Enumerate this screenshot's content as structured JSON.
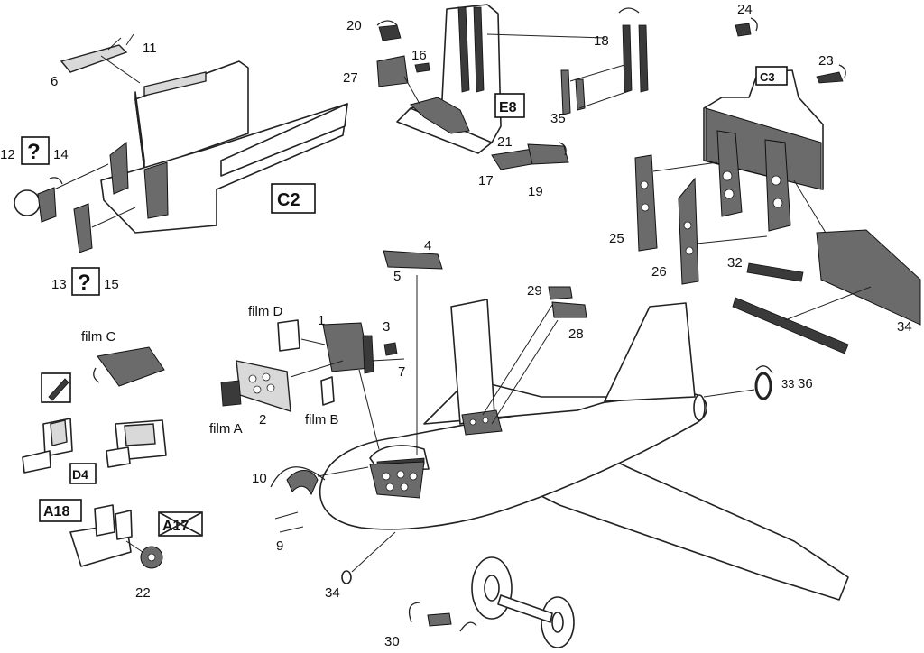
{
  "callouts": {
    "c1": "1",
    "c2": "2",
    "c3": "3",
    "c4": "4",
    "c5": "5",
    "c6": "6",
    "c7": "7",
    "c9": "9",
    "c10": "10",
    "c11": "11",
    "c12": "12",
    "c13": "13",
    "c14": "14",
    "c15": "15",
    "c16": "16",
    "c17": "17",
    "c18": "18",
    "c19": "19",
    "c20": "20",
    "c21": "21",
    "c22": "22",
    "c23": "23",
    "c24": "24",
    "c25": "25",
    "c26": "26",
    "c27": "27",
    "c28": "28",
    "c29": "29",
    "c30": "30",
    "c32": "32",
    "c33": "33",
    "c34a": "34",
    "c34b": "34",
    "c35": "35",
    "c36": "36"
  },
  "films": {
    "film_a": "film A",
    "film_b": "film B",
    "film_c": "film C",
    "film_d": "film D"
  },
  "part_refs": {
    "c2": "C2",
    "c3": "C3",
    "e8": "E8",
    "d4": "D4",
    "a18": "A18",
    "a17": "A17",
    "unknown": "?"
  }
}
